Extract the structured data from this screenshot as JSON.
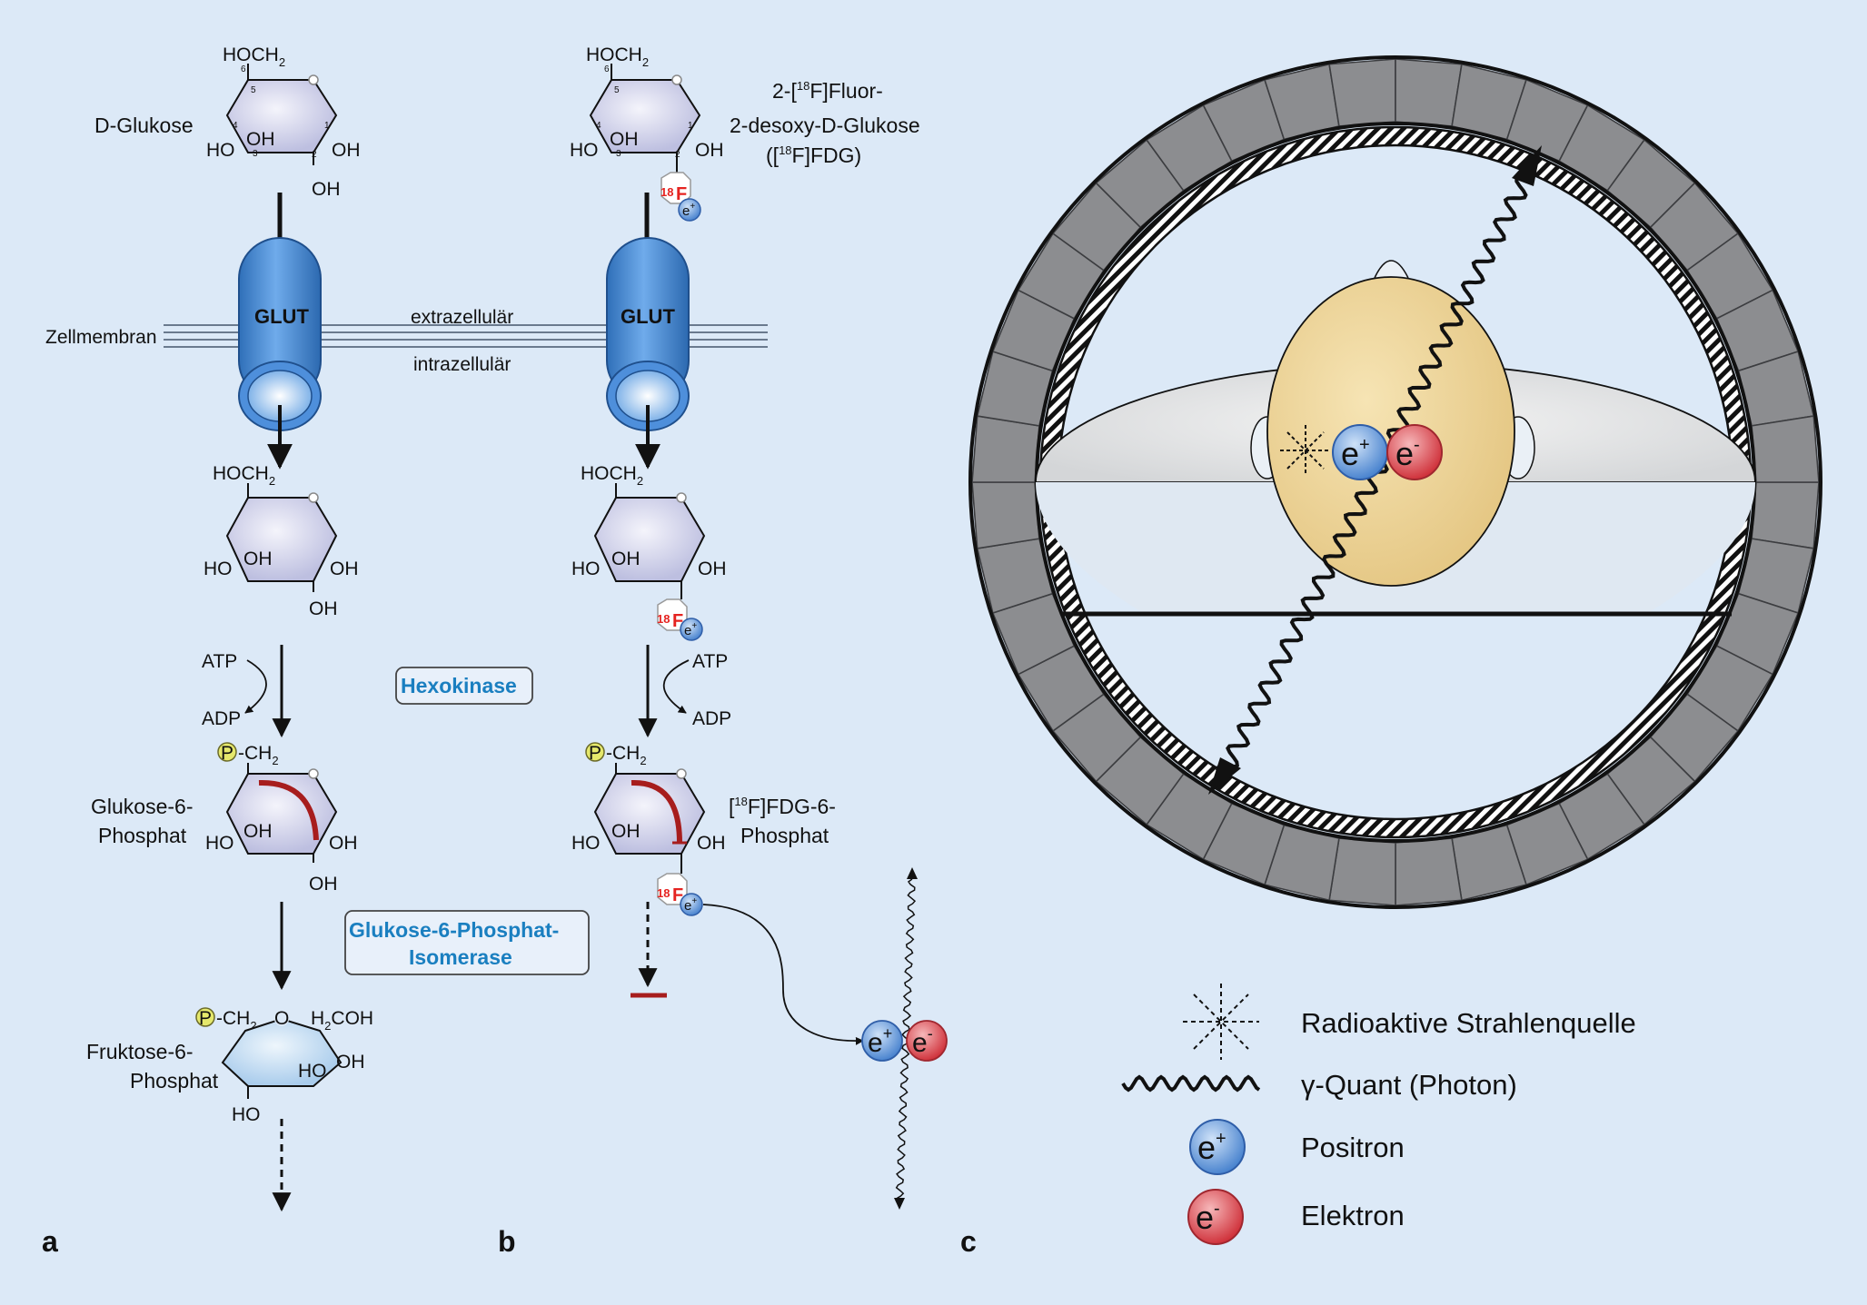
{
  "panel_labels": {
    "a": "a",
    "b": "b",
    "c": "c"
  },
  "membrane": {
    "label": "Zellmembran",
    "extra": "extrazellulär",
    "intra": "intrazellulär",
    "transporter": "GLUT"
  },
  "molecules": {
    "glucose": "D-Glukose",
    "fdg_l1": "2-[",
    "fdg_l1_sup": "18",
    "fdg_l1_b": "F]Fluor-",
    "fdg_l2": "2-desoxy-D-Glukose",
    "fdg_l3a": "([",
    "fdg_l3_sup": "18",
    "fdg_l3b": "F]FDG)",
    "g6p_l1": "Glukose-6-",
    "g6p_l2": "Phosphat",
    "fdg6p_l1a": "[",
    "fdg6p_l1_sup": "18",
    "fdg6p_l1b": "F]FDG-6-",
    "fdg6p_l2": "Phosphat",
    "f6p_l1": "Fruktose-6-",
    "f6p_l2": "Phosphat"
  },
  "chem": {
    "hoch": "HOCH",
    "sub2": "2",
    "ho": "HO",
    "oh": "OH",
    "o": "O",
    "ch": "CH",
    "h": "H",
    "coh": "COH",
    "p": "P",
    "f18_sup": "18",
    "f": "F",
    "e": "e",
    "plus": "+",
    "minus": "-",
    "atp": "ATP",
    "adp": "ADP",
    "n1": "1",
    "n2": "2",
    "n3": "3",
    "n4": "4",
    "n5": "5",
    "n6": "6"
  },
  "enzymes": {
    "hexokinase": "Hexokinase",
    "isomerase_l1": "Glukose-6-Phosphat-",
    "isomerase_l2": "Isomerase"
  },
  "legend": {
    "source": "Radioaktive Strahlenquelle",
    "photon": "γ-Quant (Photon)",
    "positron": "Positron",
    "electron": "Elektron"
  },
  "colors": {
    "background": "#dce9f7",
    "ring": "#8c8d90",
    "ring_dark": "#5e6064",
    "glut_blue": "#4a8fdc",
    "positron_blue": "#5b93d6",
    "electron_red": "#d9484f",
    "head_yellow": "#ecd396",
    "phosphate_yellow": "#e5e86c",
    "fluorine_red": "#e52320",
    "enzyme_text": "#1a7fc0"
  }
}
